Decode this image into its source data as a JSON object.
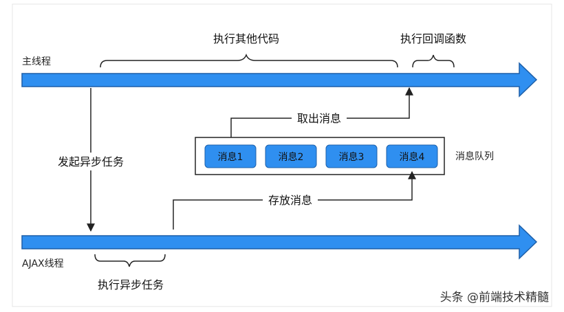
{
  "main_thread": {
    "label": "主线程",
    "brace_other_label": "执行其他代码",
    "brace_callback_label": "执行回调函数"
  },
  "ajax_thread": {
    "label": "AJAX线程",
    "brace_label": "执行异步任务"
  },
  "arrows": {
    "launch_async": "发起异步任务",
    "take_out": "取出消息",
    "store": "存放消息"
  },
  "queue": {
    "label": "消息队列",
    "messages": [
      "消息1",
      "消息2",
      "消息3",
      "消息4"
    ]
  },
  "watermark": "头条 @前端技术精髓",
  "colors": {
    "thread_fill": "#2f8ff0",
    "thread_stroke": "#1d5fa8",
    "message_fill": "#2f8ff0",
    "line": "#222222"
  }
}
